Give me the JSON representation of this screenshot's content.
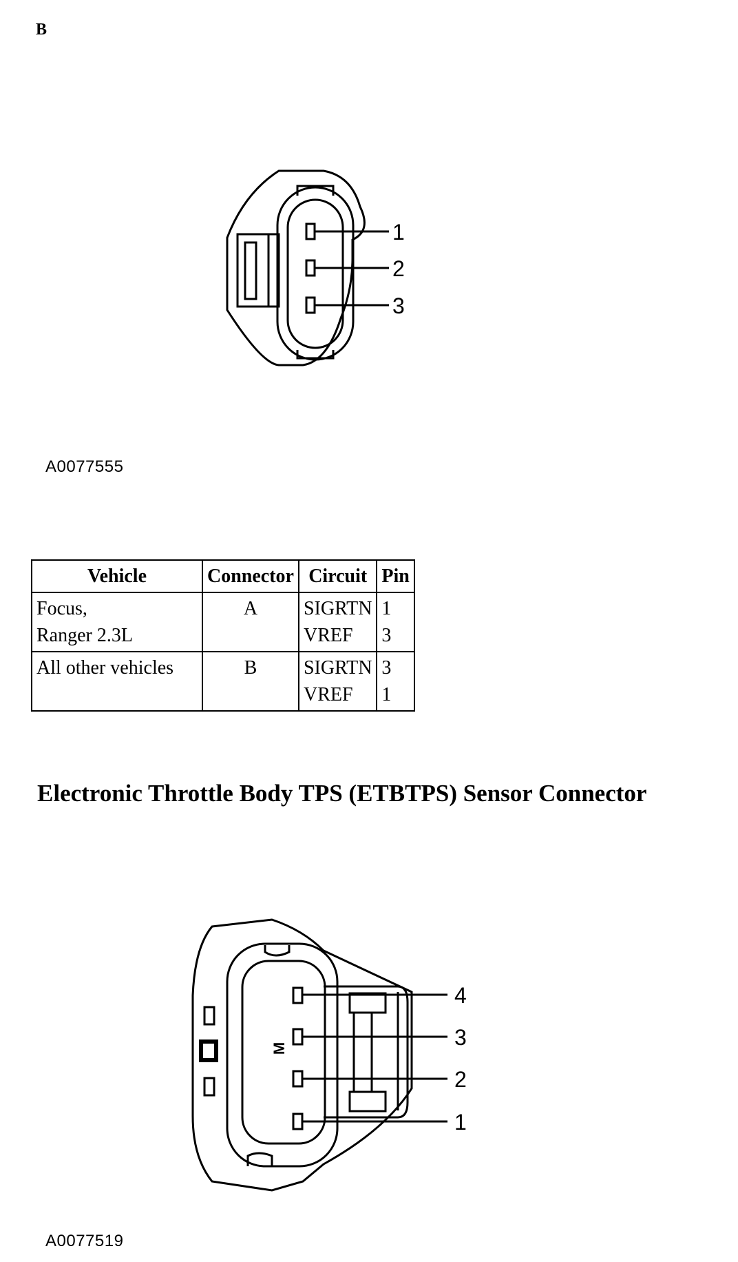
{
  "section_label": "B",
  "figure1": {
    "id": "A0077555",
    "pins": [
      "1",
      "2",
      "3"
    ]
  },
  "table": {
    "headers": [
      "Vehicle",
      "Connector",
      "Circuit",
      "Pin"
    ],
    "rows": [
      {
        "vehicle": [
          "Focus,",
          "Ranger 2.3L"
        ],
        "connector": "A",
        "circuits": [
          "SIGRTN",
          "VREF"
        ],
        "pins": [
          "1",
          "3"
        ]
      },
      {
        "vehicle": [
          "All other vehicles",
          ""
        ],
        "connector": "B",
        "circuits": [
          "SIGRTN",
          "VREF"
        ],
        "pins": [
          "3",
          "1"
        ]
      }
    ]
  },
  "heading": "Electronic Throttle Body TPS (ETBTPS) Sensor Connector",
  "figure2": {
    "id": "A0077519",
    "pins": [
      "4",
      "3",
      "2",
      "1"
    ],
    "marker": "M"
  }
}
